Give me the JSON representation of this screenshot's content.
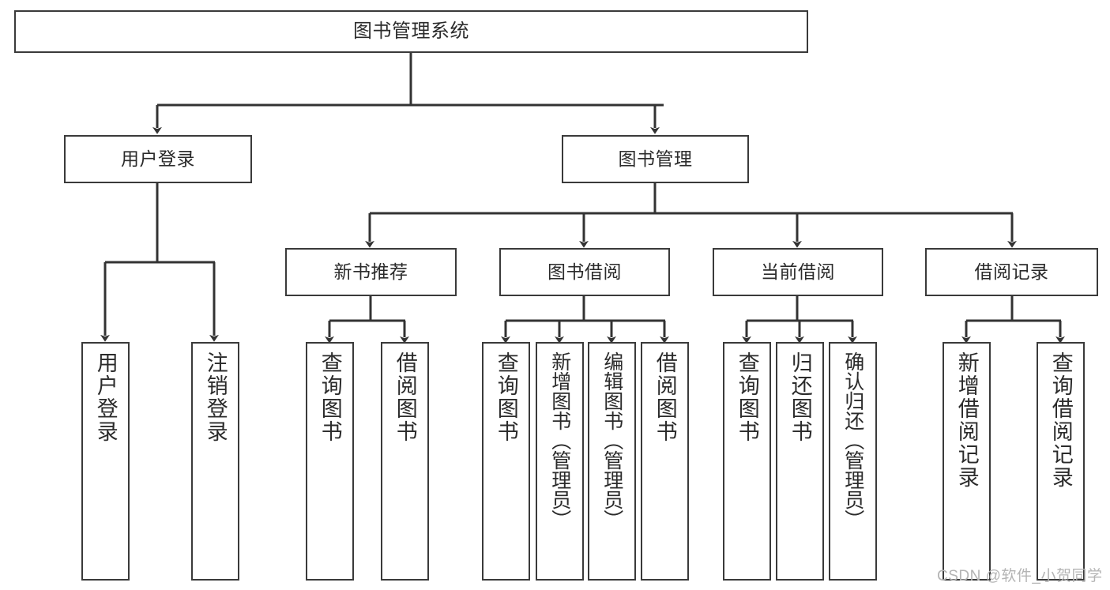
{
  "diagram": {
    "title": "图书管理系统",
    "type": "tree",
    "root": {
      "id": "root",
      "label": "图书管理系统"
    },
    "level2": [
      {
        "id": "user-login",
        "label": "用户登录"
      },
      {
        "id": "book-management",
        "label": "图书管理"
      }
    ],
    "level3": [
      {
        "id": "new-book-recommend",
        "label": "新书推荐",
        "parent": "book-management"
      },
      {
        "id": "book-borrow",
        "label": "图书借阅",
        "parent": "book-management"
      },
      {
        "id": "current-borrow",
        "label": "当前借阅",
        "parent": "book-management"
      },
      {
        "id": "borrow-record",
        "label": "借阅记录",
        "parent": "book-management"
      }
    ],
    "leaves": [
      {
        "id": "leaf-user-login",
        "label": "用户登录",
        "parent": "user-login"
      },
      {
        "id": "leaf-logout",
        "label": "注销登录",
        "parent": "user-login"
      },
      {
        "id": "leaf-query-book-1",
        "label": "查询图书",
        "parent": "new-book-recommend"
      },
      {
        "id": "leaf-borrow-book-1",
        "label": "借阅图书",
        "parent": "new-book-recommend"
      },
      {
        "id": "leaf-query-book-2",
        "label": "查询图书",
        "parent": "book-borrow"
      },
      {
        "id": "leaf-add-book",
        "label": "新增图书（管理员）",
        "parent": "book-borrow"
      },
      {
        "id": "leaf-edit-book",
        "label": "编辑图书（管理员）",
        "parent": "book-borrow"
      },
      {
        "id": "leaf-borrow-book-2",
        "label": "借阅图书",
        "parent": "book-borrow"
      },
      {
        "id": "leaf-query-book-3",
        "label": "查询图书",
        "parent": "current-borrow"
      },
      {
        "id": "leaf-return-book",
        "label": "归还图书",
        "parent": "current-borrow"
      },
      {
        "id": "leaf-confirm-return",
        "label": "确认归还（管理员）",
        "parent": "current-borrow"
      },
      {
        "id": "leaf-add-record",
        "label": "新增借阅记录",
        "parent": "borrow-record"
      },
      {
        "id": "leaf-query-record",
        "label": "查询借阅记录",
        "parent": "borrow-record"
      }
    ],
    "colors": {
      "box_border": "#3a3a3a",
      "box_fill": "#ffffff",
      "text": "#2b2b2b",
      "connector": "#333333",
      "watermark": "#b4b4b4"
    }
  },
  "watermark": {
    "text": "CSDN @软件_小贺同学"
  }
}
